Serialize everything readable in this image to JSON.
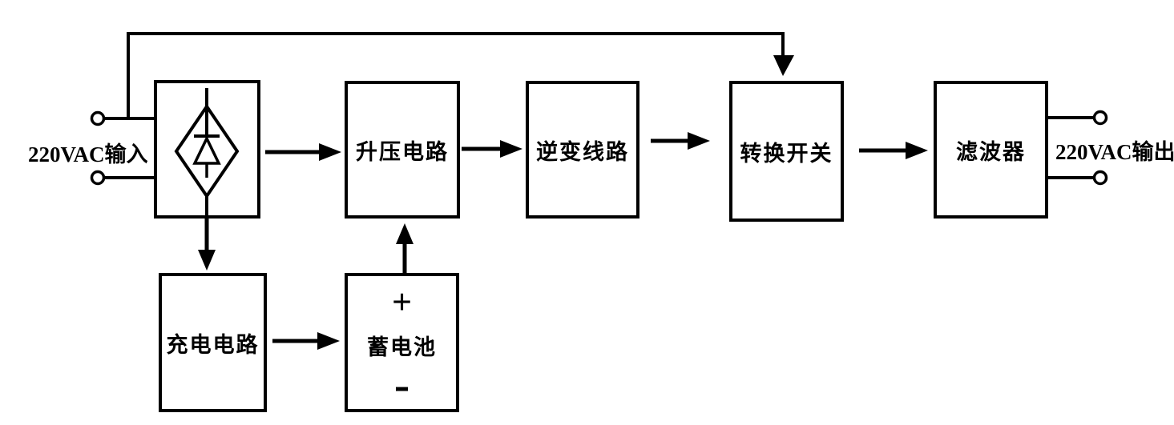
{
  "io": {
    "input_label": "220VAC输入",
    "output_label": "220VAC输出"
  },
  "blocks": {
    "rectifier": {
      "label": "",
      "symbol": "bridge-rectifier-diode"
    },
    "boost": {
      "label": "升压电路"
    },
    "inverter": {
      "label": "逆变线路"
    },
    "transfer_switch": {
      "label": "转换开关"
    },
    "filter": {
      "label": "滤波器"
    },
    "charger": {
      "label": "充电电路"
    },
    "battery": {
      "label": "蓄电池",
      "positive": "+",
      "negative": "-"
    }
  },
  "colors": {
    "line": "#000000",
    "background": "#ffffff"
  }
}
